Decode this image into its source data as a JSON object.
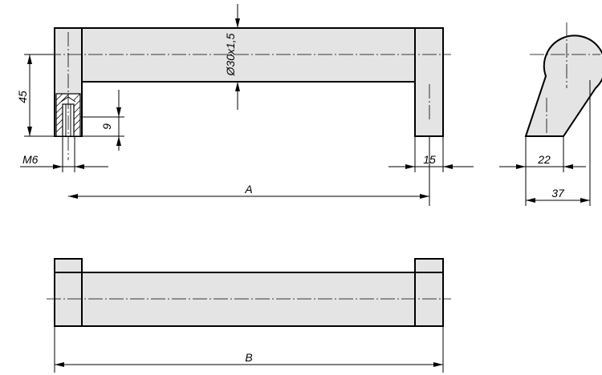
{
  "labels": {
    "height": "45",
    "tube": "Ø30x1,5",
    "insert": "9",
    "thread": "M6",
    "foot": "15",
    "length_a": "A",
    "length_b": "B",
    "profile_base": "22",
    "profile_width": "37"
  }
}
